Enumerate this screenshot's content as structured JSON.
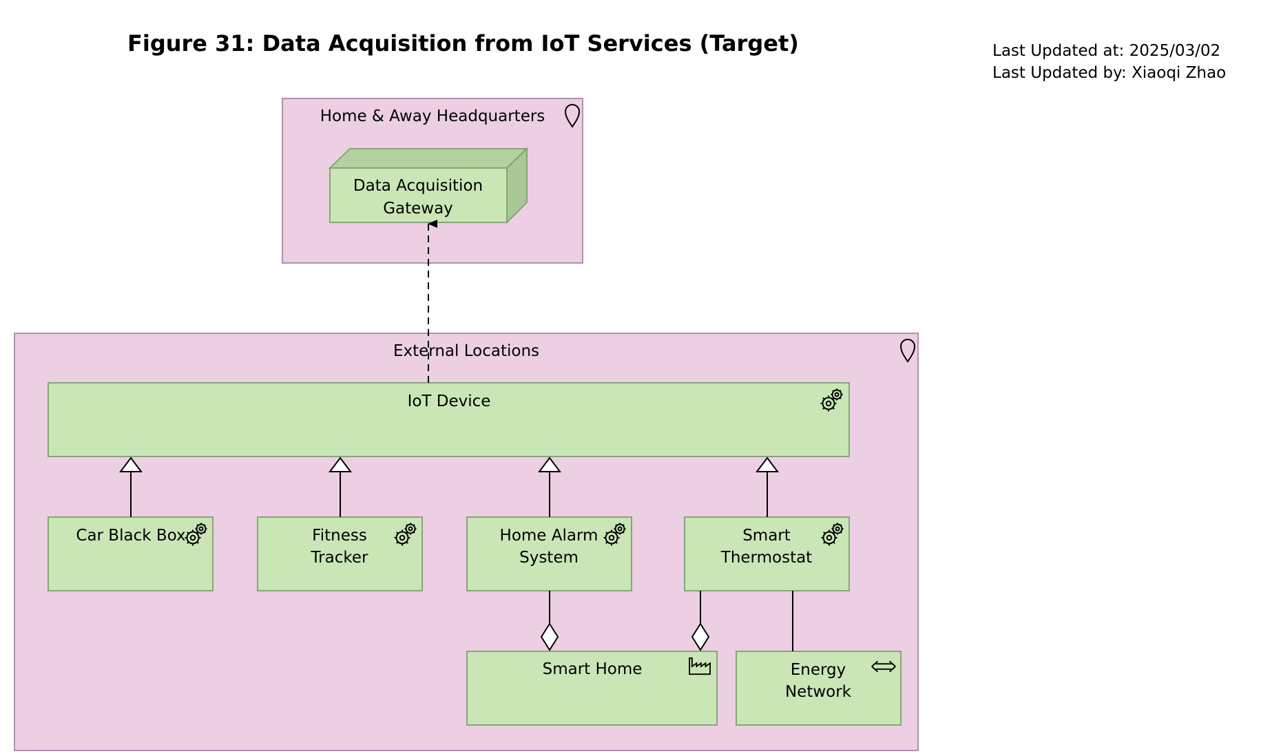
{
  "header": {
    "title": "Figure 31: Data Acquisition from IoT Services (Target)",
    "updated_at": "Last Updated at: 2025/03/02",
    "updated_by": "Last Updated by: Xiaoqi Zhao"
  },
  "groups": {
    "headquarters": "Home & Away Headquarters",
    "external": "External Locations"
  },
  "nodes": {
    "gateway": {
      "line1": "Data Acquisition",
      "line2": "Gateway"
    },
    "iot_device": "IoT Device",
    "car_black_box": "Car Black Box",
    "fitness_tracker": {
      "line1": "Fitness",
      "line2": "Tracker"
    },
    "home_alarm": {
      "line1": "Home Alarm",
      "line2": "System"
    },
    "smart_thermostat": {
      "line1": "Smart",
      "line2": "Thermostat"
    },
    "smart_home": "Smart Home",
    "energy_network": {
      "line1": "Energy",
      "line2": "Network"
    }
  },
  "icons": {
    "location": "location-pin-icon",
    "system_software": "gear-icon",
    "facility": "factory-icon",
    "distribution_network": "double-arrow-icon",
    "device_3d": "node-box-icon"
  },
  "colors": {
    "group_fill": "#eccfe2",
    "element_fill": "#cae6b6"
  }
}
